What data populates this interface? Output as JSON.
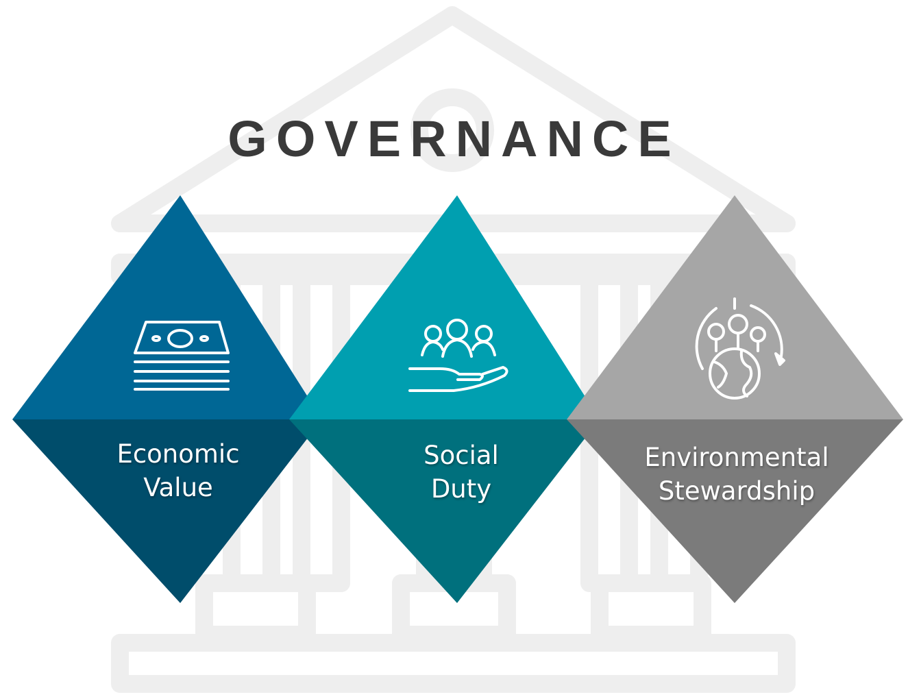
{
  "title": "GOVERNANCE",
  "colors": {
    "background_outline": "#eeeeee",
    "title": "#3a3a3a",
    "economic_top": "#006795",
    "economic_bottom": "#004d6b",
    "social_top": "#009fb0",
    "social_bottom": "#00707d",
    "environmental_top": "#a6a6a6",
    "environmental_bottom": "#7b7b7b",
    "icon": "#ffffff"
  },
  "pillars": [
    {
      "id": "economic",
      "icon": "money-stack-icon",
      "line1": "Economic",
      "line2": "Value"
    },
    {
      "id": "social",
      "icon": "people-in-hand-icon",
      "line1": "Social",
      "line2": "Duty"
    },
    {
      "id": "environmental",
      "icon": "globe-trees-cycle-icon",
      "line1": "Environmental",
      "line2": "Stewardship"
    }
  ]
}
